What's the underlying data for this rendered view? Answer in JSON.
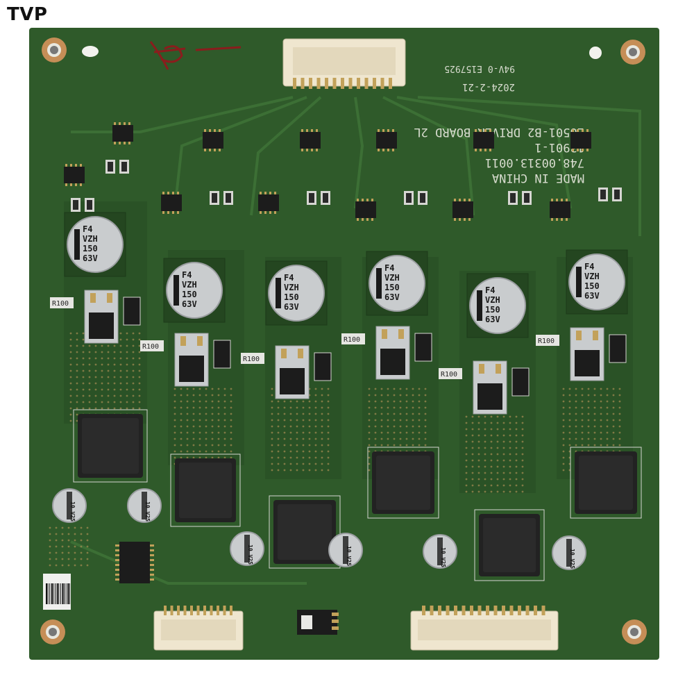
{
  "watermark": {
    "brand": "TVP"
  },
  "board": {
    "silkscreen_lines": [
      "E6501-B2 DRIVER BOARD 2L",
      "13901-1",
      "748.00313.0011",
      "MADE IN CHINA",
      "94V-0 E157925",
      "2024-2-21"
    ],
    "cap_lines": [
      "F4",
      "VZH",
      "150",
      "63V"
    ],
    "resistor_label": "R100",
    "small_cap_label": "10 V25"
  },
  "colors": {
    "pcb": "#2f5a2a",
    "pcb_dark": "#274d23",
    "trace": "#3a6b33",
    "silk": "#d8dccf",
    "cap_body": "#c9ccce",
    "connector": "#efe6cf",
    "ic": "#1c1c1c",
    "pad": "#c2a15a"
  }
}
